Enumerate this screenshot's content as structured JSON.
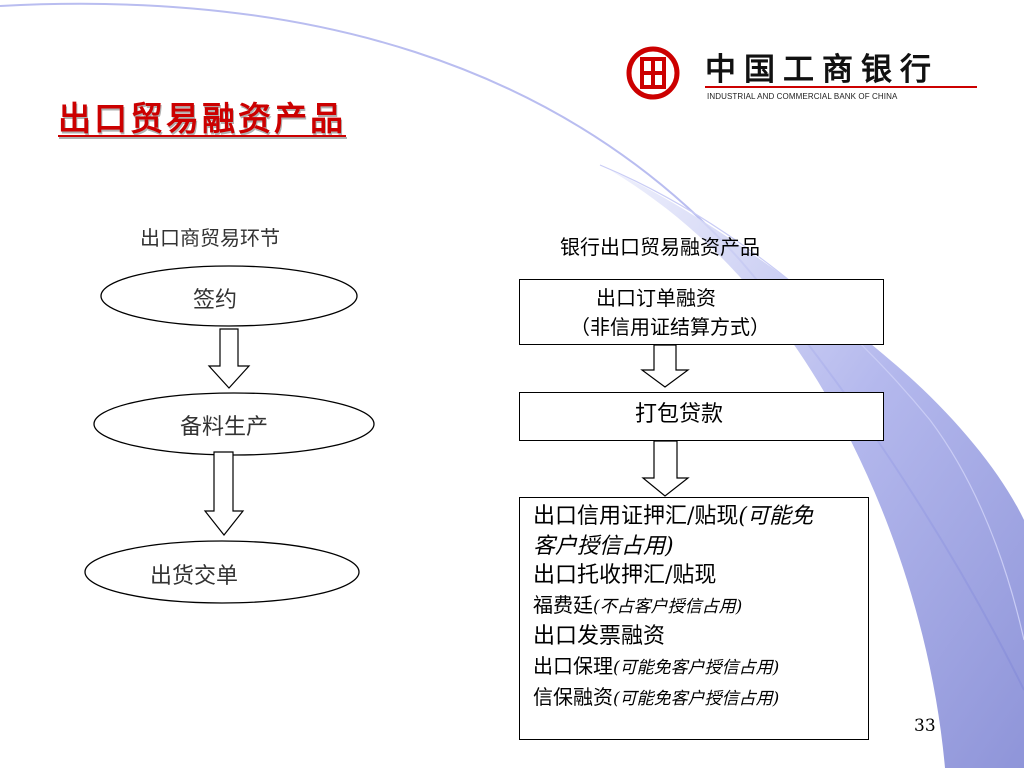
{
  "slide": {
    "title": "出口贸易融资产品",
    "page_number": "33"
  },
  "logo": {
    "name_cn": "中国工商银行",
    "name_en": "INDUSTRIAL AND COMMERCIAL BANK OF CHINA",
    "seal_glyph": "工",
    "seal_color": "#cc0000"
  },
  "left_flow": {
    "heading": "出口商贸易环节",
    "steps": [
      "签约",
      "备料生产",
      "出货交单"
    ]
  },
  "right_flow": {
    "heading": "银行出口贸易融资产品",
    "box1": {
      "line1": "出口订单融资",
      "line2": "（非信用证结算方式）"
    },
    "box2": {
      "label": "打包贷款"
    },
    "products": [
      {
        "name": "出口信用证押汇/贴现",
        "note": "(可能免",
        "cont": "客户授信占用)"
      },
      {
        "name": "出口托收押汇/贴现"
      },
      {
        "name": "福费廷",
        "note": "(不占客户授信占用)"
      },
      {
        "name": "出口发票融资"
      },
      {
        "name": "出口保理",
        "note": "(可能免客户授信占用)"
      },
      {
        "name": "信保融资",
        "note": "(可能免客户授信占用)"
      }
    ]
  },
  "colors": {
    "title": "#cc0000",
    "decor_curve": "#aab0e8",
    "decor_fill": "#8c92d8"
  }
}
